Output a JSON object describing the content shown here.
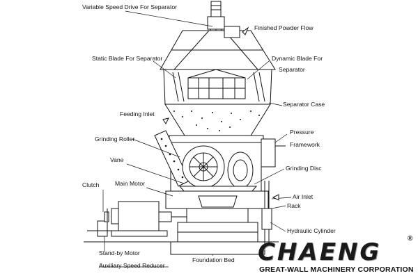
{
  "labels": {
    "variable_speed_drive": "Variable Speed Drive For Separator",
    "finished_powder_flow": "Finished Powder Flow",
    "static_blade": "Static Blade For Separator",
    "dynamic_blade_line1": "Dynamic Blade For",
    "dynamic_blade_line2": "Separator",
    "separator_case": "Separator Case",
    "feeding_inlet": "Feeding Inlet",
    "pressure_line1": "Pressure",
    "pressure_line2": "Framework",
    "grinding_roller": "Grinding Roller",
    "vane": "Vane",
    "grinding_disc": "Grinding Disc",
    "clutch": "Clutch",
    "main_motor": "Main Motor",
    "air_inlet": "Air Inlet",
    "rack": "Rack",
    "hydraulic_cylinder": "Hydraulic Cylinder",
    "standby_motor": "Stand-by Motor",
    "auxiliary_speed_reducer": "Auxiliary Speed Reducer",
    "foundation_bed": "Foundation Bed"
  },
  "branding": {
    "logo_text": "CHAENG",
    "registered_mark": "®",
    "company_name": "GREAT-WALL MACHINERY CORPORATION"
  }
}
